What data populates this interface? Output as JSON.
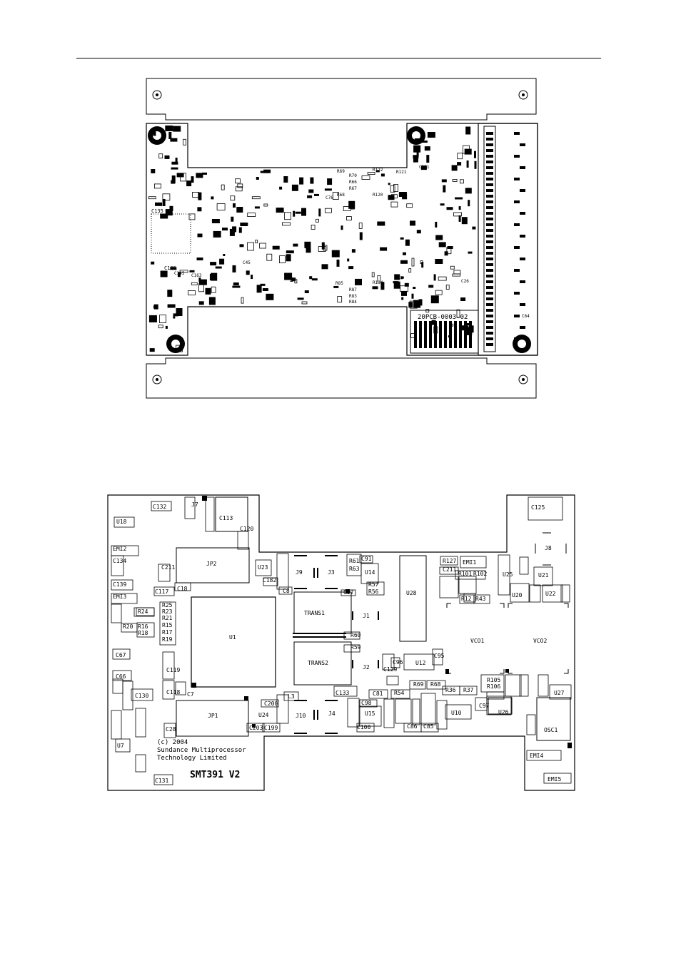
{
  "top_board": {
    "name": "top-layer-pcb",
    "silk_labels": [
      {
        "id": "c135",
        "text": "C135"
      },
      {
        "id": "c185",
        "text": "C185"
      },
      {
        "id": "r69",
        "text": "R69"
      },
      {
        "id": "r70",
        "text": "R70"
      },
      {
        "id": "r66",
        "text": "R66"
      },
      {
        "id": "r67",
        "text": "R67"
      },
      {
        "id": "r68",
        "text": "R68"
      },
      {
        "id": "r122",
        "text": "R122"
      },
      {
        "id": "r121",
        "text": "R121"
      },
      {
        "id": "r120",
        "text": "R120"
      },
      {
        "id": "c191",
        "text": "C191"
      },
      {
        "id": "c76",
        "text": "C76"
      },
      {
        "id": "r85",
        "text": "R85"
      },
      {
        "id": "r87",
        "text": "R87"
      },
      {
        "id": "r83",
        "text": "R83"
      },
      {
        "id": "r84",
        "text": "R84"
      },
      {
        "id": "r134",
        "text": "R134"
      },
      {
        "id": "c145",
        "text": "C145"
      },
      {
        "id": "c163",
        "text": "C163"
      },
      {
        "id": "c45",
        "text": "C45"
      },
      {
        "id": "c26",
        "text": "C26"
      },
      {
        "id": "c64",
        "text": "C64"
      },
      {
        "id": "part-no",
        "text": "20PCB-0003-02"
      }
    ]
  },
  "bottom_board": {
    "name": "bottom-layer-assembly",
    "copyright_lines": [
      "(c) 2004",
      "Sundance Multiprocessor",
      "Technology Limited"
    ],
    "board_title": "SMT391 V2",
    "components": [
      {
        "id": "j7",
        "text": "J7"
      },
      {
        "id": "c113",
        "text": "C113"
      },
      {
        "id": "c120",
        "text": "C120"
      },
      {
        "id": "c132",
        "text": "C132"
      },
      {
        "id": "u18",
        "text": "U18"
      },
      {
        "id": "emi2",
        "text": "EMI2"
      },
      {
        "id": "c134",
        "text": "C134"
      },
      {
        "id": "c139",
        "text": "C139"
      },
      {
        "id": "emi3",
        "text": "EMI3"
      },
      {
        "id": "jp2",
        "text": "JP2"
      },
      {
        "id": "c211",
        "text": "C211"
      },
      {
        "id": "c117",
        "text": "C117"
      },
      {
        "id": "c18",
        "text": "C18"
      },
      {
        "id": "u23",
        "text": "U23"
      },
      {
        "id": "c182",
        "text": "C182"
      },
      {
        "id": "c8",
        "text": "C8"
      },
      {
        "id": "j9",
        "text": "J9"
      },
      {
        "id": "j3",
        "text": "J3"
      },
      {
        "id": "r61",
        "text": "R61"
      },
      {
        "id": "r63",
        "text": "R63"
      },
      {
        "id": "c91",
        "text": "C91"
      },
      {
        "id": "u14",
        "text": "U14"
      },
      {
        "id": "r57",
        "text": "R57"
      },
      {
        "id": "r56",
        "text": "R56"
      },
      {
        "id": "c92",
        "text": "C92"
      },
      {
        "id": "u28",
        "text": "U28"
      },
      {
        "id": "r127",
        "text": "R127"
      },
      {
        "id": "emi1",
        "text": "EMI1"
      },
      {
        "id": "c211b",
        "text": "C211"
      },
      {
        "id": "r101",
        "text": "R101"
      },
      {
        "id": "r102",
        "text": "R102"
      },
      {
        "id": "r12",
        "text": "R12"
      },
      {
        "id": "r43",
        "text": "R43"
      },
      {
        "id": "u25",
        "text": "U25"
      },
      {
        "id": "u20",
        "text": "U20"
      },
      {
        "id": "u21",
        "text": "U21"
      },
      {
        "id": "u22",
        "text": "U22"
      },
      {
        "id": "j8",
        "text": "J8"
      },
      {
        "id": "c125",
        "text": "C125"
      },
      {
        "id": "r24",
        "text": "R24"
      },
      {
        "id": "r25",
        "text": "R25"
      },
      {
        "id": "r23",
        "text": "R23"
      },
      {
        "id": "r21",
        "text": "R21"
      },
      {
        "id": "r15",
        "text": "R15"
      },
      {
        "id": "r17",
        "text": "R17"
      },
      {
        "id": "r19",
        "text": "R19"
      },
      {
        "id": "r20",
        "text": "R20"
      },
      {
        "id": "r16",
        "text": "R16"
      },
      {
        "id": "r18",
        "text": "R18"
      },
      {
        "id": "u1",
        "text": "U1"
      },
      {
        "id": "trans1",
        "text": "TRANS1"
      },
      {
        "id": "trans2",
        "text": "TRANS2"
      },
      {
        "id": "j1",
        "text": "J1"
      },
      {
        "id": "j2",
        "text": "J2"
      },
      {
        "id": "r60",
        "text": "R60"
      },
      {
        "id": "r59",
        "text": "R59"
      },
      {
        "id": "c129",
        "text": "C129"
      },
      {
        "id": "c96",
        "text": "C96"
      },
      {
        "id": "u12",
        "text": "U12"
      },
      {
        "id": "c95",
        "text": "C95"
      },
      {
        "id": "vco1",
        "text": "VCO1"
      },
      {
        "id": "vco2",
        "text": "VCO2"
      },
      {
        "id": "c67",
        "text": "C67"
      },
      {
        "id": "c66",
        "text": "C66"
      },
      {
        "id": "c130",
        "text": "C130"
      },
      {
        "id": "c119",
        "text": "C119"
      },
      {
        "id": "c118",
        "text": "C118"
      },
      {
        "id": "c7",
        "text": "C7"
      },
      {
        "id": "c133",
        "text": "C133"
      },
      {
        "id": "c81",
        "text": "C81"
      },
      {
        "id": "r54",
        "text": "R54"
      },
      {
        "id": "r69b",
        "text": "R69"
      },
      {
        "id": "r68b",
        "text": "R68"
      },
      {
        "id": "r36",
        "text": "R36"
      },
      {
        "id": "r37",
        "text": "R37"
      },
      {
        "id": "r105",
        "text": "R105"
      },
      {
        "id": "r106",
        "text": "R106"
      },
      {
        "id": "c97",
        "text": "C97"
      },
      {
        "id": "u27",
        "text": "U27"
      },
      {
        "id": "l3",
        "text": "L3"
      },
      {
        "id": "c200",
        "text": "C200"
      },
      {
        "id": "j10",
        "text": "J10"
      },
      {
        "id": "j4",
        "text": "J4"
      },
      {
        "id": "c98",
        "text": "C98"
      },
      {
        "id": "u15",
        "text": "U15"
      },
      {
        "id": "u10",
        "text": "U10"
      },
      {
        "id": "u26",
        "text": "U26"
      },
      {
        "id": "jp1",
        "text": "JP1"
      },
      {
        "id": "u24",
        "text": "U24"
      },
      {
        "id": "c203",
        "text": "C203"
      },
      {
        "id": "c199",
        "text": "C199"
      },
      {
        "id": "c28",
        "text": "C28"
      },
      {
        "id": "c100",
        "text": "C100"
      },
      {
        "id": "c86",
        "text": "C86"
      },
      {
        "id": "c85",
        "text": "C85"
      },
      {
        "id": "osc1",
        "text": "OSC1"
      },
      {
        "id": "u7",
        "text": "U7"
      },
      {
        "id": "c131",
        "text": "C131"
      },
      {
        "id": "emi4",
        "text": "EMI4"
      },
      {
        "id": "emi5",
        "text": "EMI5"
      }
    ]
  }
}
